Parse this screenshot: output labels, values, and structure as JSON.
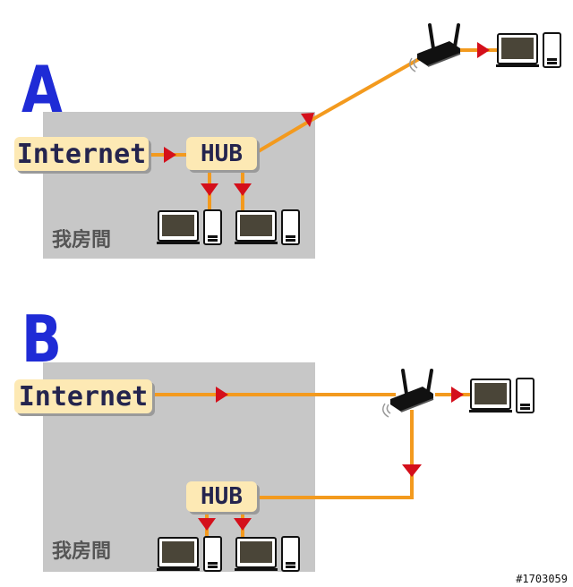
{
  "colors": {
    "room_fill": "#c7c7c7",
    "cable": "#f39a1e",
    "arrow": "#d40f1b",
    "node_fill": "#fde9b4",
    "node_text": "#24244e",
    "letter": "#1f2bd6",
    "room_text": "#555555"
  },
  "diagram_a": {
    "letter": "A",
    "internet_label": "Internet",
    "hub_label": "HUB",
    "room_label": "我房間",
    "computers_in_room": 2,
    "computers_outside": 1,
    "icons": [
      "router-icon",
      "computer-icon"
    ]
  },
  "diagram_b": {
    "letter": "B",
    "internet_label": "Internet",
    "hub_label": "HUB",
    "room_label": "我房間",
    "computers_in_room": 2,
    "computers_outside": 1,
    "icons": [
      "router-icon",
      "computer-icon"
    ]
  },
  "watermark": "#1703059"
}
